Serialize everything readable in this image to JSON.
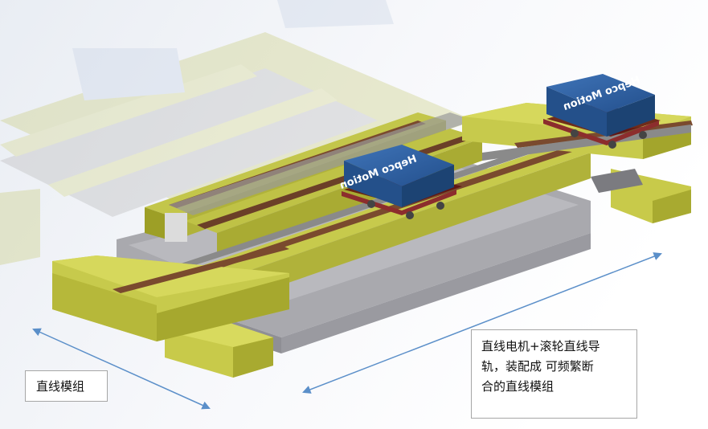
{
  "callouts": {
    "left": "直线模组",
    "right_lines": [
      "直线电机+滚轮直线导",
      "轨，装配成 可频繁断",
      "合的直线模组"
    ]
  },
  "carriage_logo": "Hepco Motion",
  "colors": {
    "frame": "#b6b83a",
    "frame_dark": "#8e9020",
    "rail": "#8a8a8a",
    "base": "#a9a9ae",
    "carriage": "#2d5ea3",
    "arrow": "#5b8fc9"
  }
}
